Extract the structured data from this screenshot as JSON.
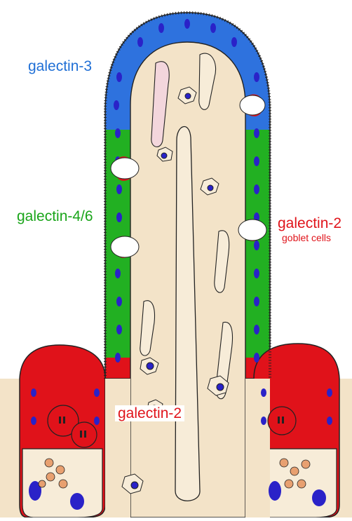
{
  "labels": {
    "galectin3": "galectin-3",
    "galectin46": "galectin-4/6",
    "galectin2_goblet": "galectin-2",
    "goblet_cells": "goblet cells",
    "galectin2_crypt": "galectin-2"
  },
  "colors": {
    "background": "#ffffff",
    "lamina_propria": "#f3e3c8",
    "vessel": "#f7ecd8",
    "capillary": "#f3d6dc",
    "blue_epithelium": "#2e72de",
    "green_epithelium": "#22b022",
    "red_epithelium": "#e0121a",
    "nucleus": "#2a22c8",
    "paneth_granule": "#e8a070",
    "goblet_mucus": "#ffffff",
    "outline": "#222222"
  }
}
